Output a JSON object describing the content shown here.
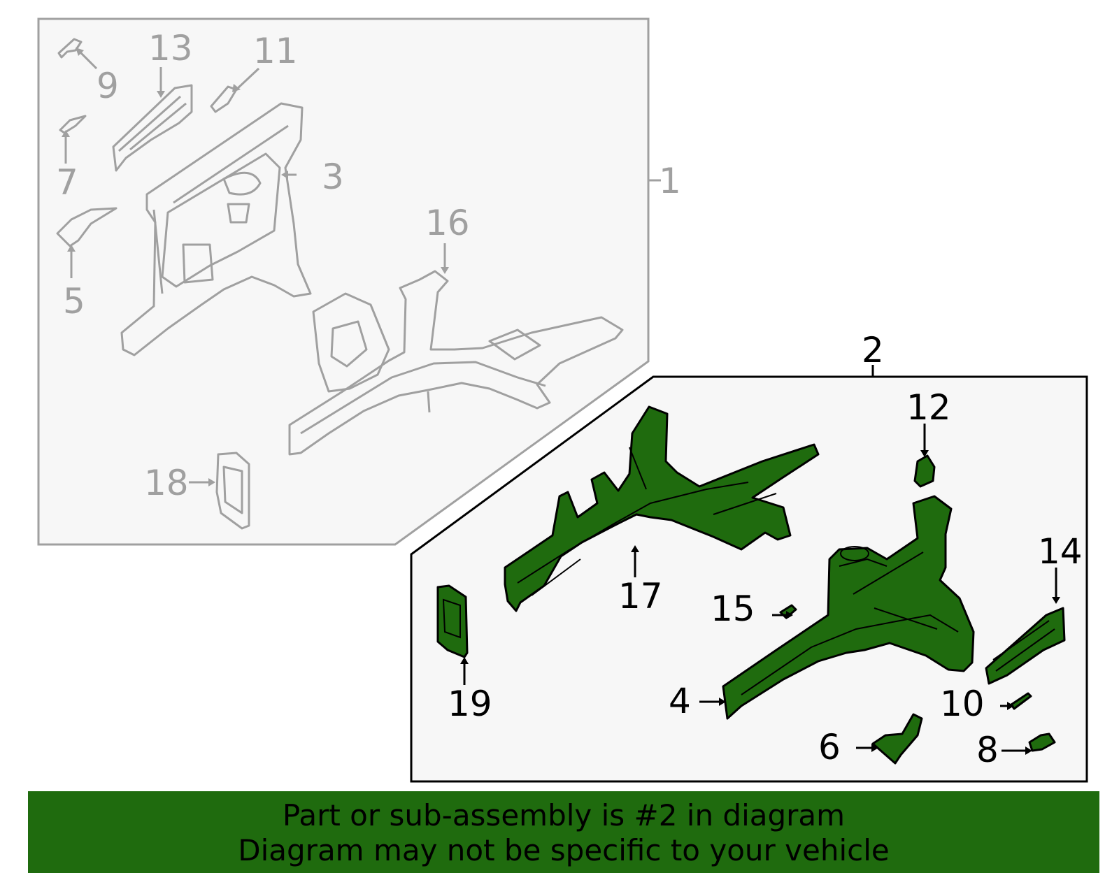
{
  "callouts_group1": [
    "9",
    "13",
    "11",
    "7",
    "3",
    "1",
    "5",
    "16",
    "18"
  ],
  "callouts_group2": [
    "2",
    "12",
    "14",
    "17",
    "15",
    "4",
    "19",
    "10",
    "6",
    "8"
  ],
  "colors": {
    "highlight_fill": "#1f6b0e",
    "group1_line": "#a0a0a0",
    "group2_line": "#000000",
    "panel_bg": "#f7f7f7"
  },
  "banner": {
    "line1": "Part or sub-assembly is #2 in diagram",
    "line2": "Diagram may not be specific to your vehicle"
  }
}
